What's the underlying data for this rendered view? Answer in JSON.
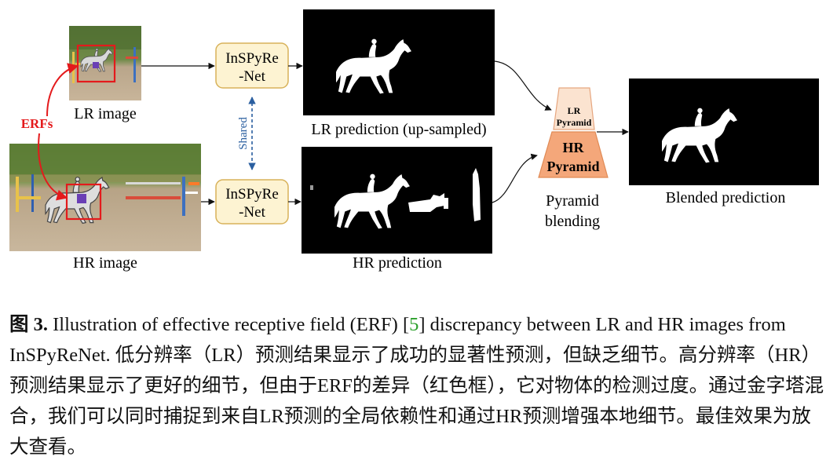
{
  "figure": {
    "lr_image_label": "LR image",
    "hr_image_label": "HR image",
    "erfs_label": "ERFs",
    "net_line1": "InSPyRe",
    "net_line2": "-Net",
    "shared_label": "Shared",
    "lr_prediction_label": "LR prediction (up-sampled)",
    "hr_prediction_label": "HR prediction",
    "lr_pyramid_line1": "LR",
    "lr_pyramid_line2": "Pyramid",
    "hr_pyramid_line1": "HR",
    "hr_pyramid_line2": "Pyramid",
    "pyramid_blending_line1": "Pyramid",
    "pyramid_blending_line2": "blending",
    "blended_prediction_label": "Blended prediction"
  },
  "caption": {
    "fig_label": "图 3.",
    "text_before_ref": " Illustration of effective receptive field (ERF) [",
    "ref_num": "5",
    "text_after_ref": "] discrepancy between LR and HR images from InSPyReNet. 低分辨率（LR）预测结果显示了成功的显著性预测，但缺乏细节。高分辨率（HR）预测结果显示了更好的细节，但由于ERF的差异（红色框），它对物体的检测过度。通过金字塔混合，我们可以同时捕捉到来自LR预测的全局依赖性和通过HR预测增强本地细节。最佳效果为放大查看。"
  },
  "colors": {
    "erf_red": "#e41a1c",
    "net_fill": "#fdf3d2",
    "net_stroke": "#d8b25a",
    "shared_blue": "#2b5fa0",
    "lr_pyramid_fill": "#fbe3d0",
    "hr_pyramid_fill": "#f4a77a",
    "ref_green": "#2ca02c"
  }
}
